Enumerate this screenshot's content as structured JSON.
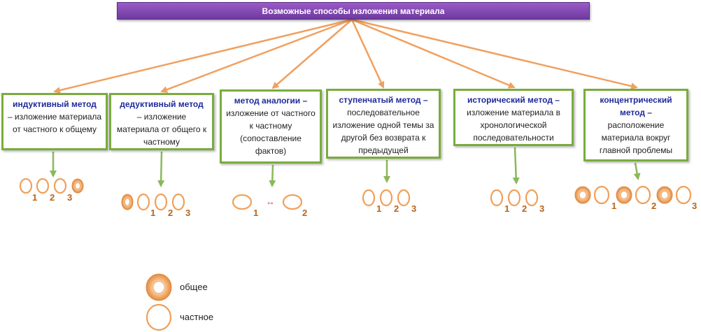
{
  "title": "Возможные способы изложения материала",
  "methods": [
    {
      "term": "индуктивный метод",
      "desc": "– изложение материала от частного к общему"
    },
    {
      "term": "дедуктивный метод",
      "desc": "– изложение материала от общего к частному"
    },
    {
      "term": "метод аналогии",
      "dash": " –",
      "desc": "изложение от частного к частному (сопоставление фактов)"
    },
    {
      "term": "ступенчатый метод",
      "dash": " –",
      "desc": "последовательное изложение одной темы за другой без возврата к предыдущей"
    },
    {
      "term": "исторический метод",
      "dash": " –",
      "desc": "изложение материала в хронологической последовательности"
    },
    {
      "term": "концентрический метод",
      "dash": " –",
      "desc": "расположение материала вокруг главной проблемы"
    }
  ],
  "numbers": [
    "1",
    "2",
    "3"
  ],
  "analogy_arrow": "↔",
  "legend": {
    "general": "общее",
    "particular": "частное"
  },
  "colors": {
    "title_bg": "#7c46ad",
    "box_border": "#79ac3d",
    "arrow": "#f0a060",
    "term": "#1f2a9a",
    "ring": "#f0a05a",
    "number": "#b5651d"
  }
}
